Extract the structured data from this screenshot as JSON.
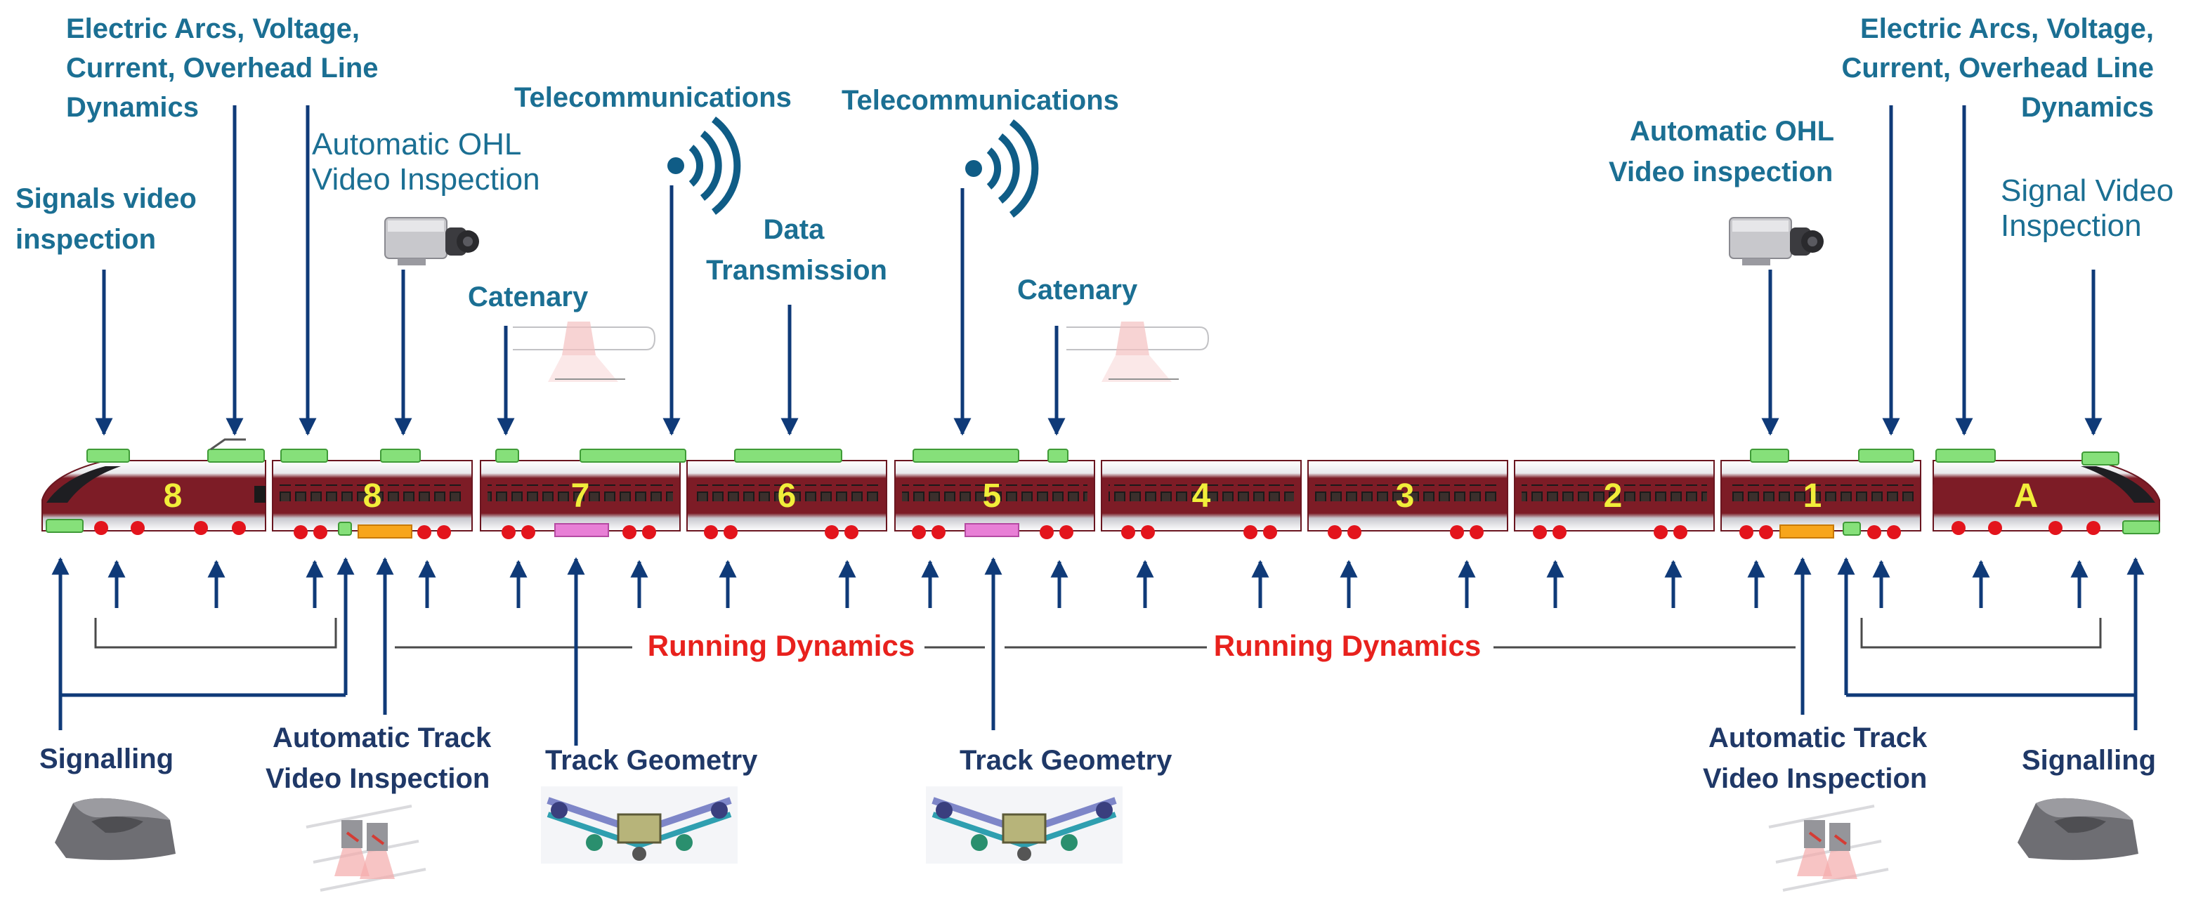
{
  "labels": {
    "top_left_arcs": [
      "Electric Arcs, Voltage,",
      "Current, Overhead Line",
      "Dynamics"
    ],
    "top_left_signals": [
      "Signals video",
      "inspection"
    ],
    "top_left_ohl": [
      "Automatic OHL",
      "Video Inspection"
    ],
    "top_left_telecom": "Telecommunications",
    "top_left_catenary": "Catenary",
    "top_mid_data": [
      "Data",
      "Transmission"
    ],
    "top_mid_telecom": "Telecommunications",
    "top_mid_catenary": "Catenary",
    "top_right_ohl": [
      "Automatic OHL",
      "Video inspection"
    ],
    "top_right_arcs": [
      "Electric Arcs, Voltage,",
      "Current, Overhead Line",
      "Dynamics"
    ],
    "top_right_signal": [
      "Signal Video",
      "Inspection"
    ],
    "running_dynamics_left": "Running Dynamics",
    "running_dynamics_right": "Running Dynamics",
    "bottom_signalling_left": "Signalling",
    "bottom_track_video_left": [
      "Automatic Track",
      "Video Inspection"
    ],
    "bottom_track_geom_left": "Track Geometry",
    "bottom_track_geom_right": "Track Geometry",
    "bottom_track_video_right": [
      "Automatic Track",
      "Video Inspection"
    ],
    "bottom_signalling_right": "Signalling"
  },
  "cars": [
    "8",
    "8",
    "7",
    "6",
    "5",
    "4",
    "3",
    "2",
    "1",
    "A"
  ],
  "colors": {
    "teal_label": "#1b6f93",
    "navy_label": "#1f3867",
    "running_dynamics": "#e8211d",
    "car_maroon": "#7d1c26",
    "car_number": "#f1ee3a",
    "roof_box": "#86e07a",
    "wheel": "#e3141c",
    "orange_box": "#f7a51c",
    "magenta_box": "#e87fd6"
  }
}
